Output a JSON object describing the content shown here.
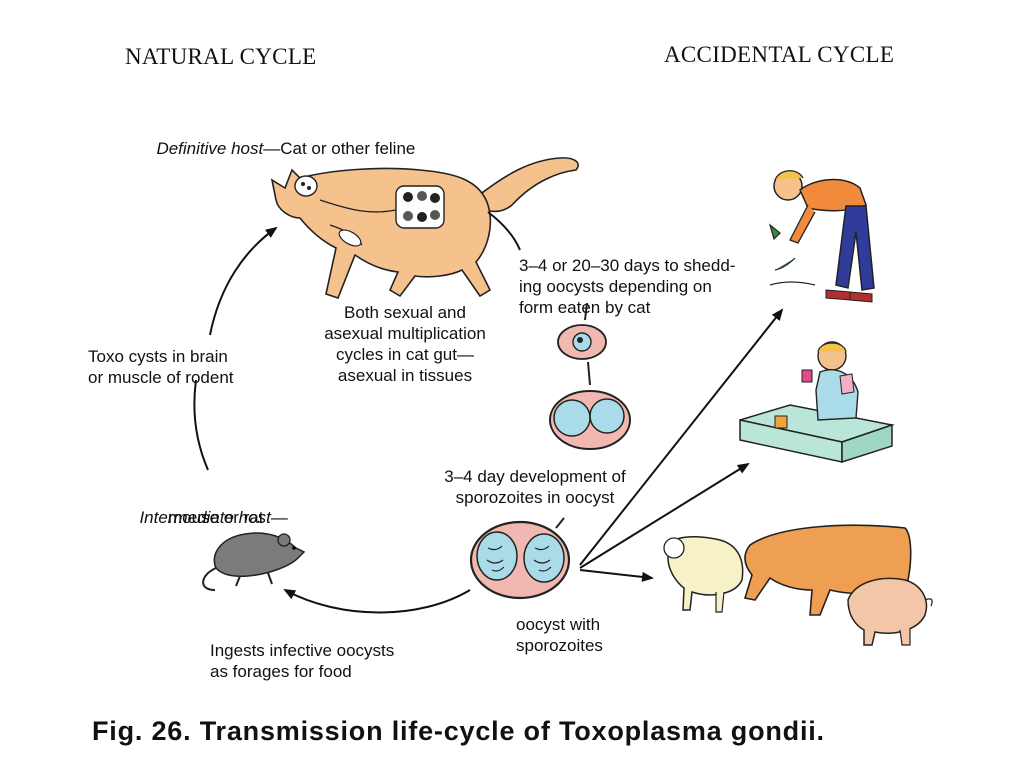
{
  "headers": {
    "natural": "NATURAL CYCLE",
    "accidental": "ACCIDENTAL CYCLE"
  },
  "definitive_host": {
    "label_italic": "Definitive host",
    "label_rest": "—Cat or other feline"
  },
  "intermediate_host": {
    "label_italic": "Intermediate host",
    "label_rest": "—",
    "label_line2": "mouse or rat"
  },
  "labels": {
    "shedding": "3–4 or 20–30 days to shedd-\ning oocysts depending on\nform eaten by cat",
    "multiplication": "Both sexual and\nasexual multiplication\ncycles in cat gut—\nasexual in tissues",
    "toxo_cysts": "Toxo cysts in brain\nor muscle of rodent",
    "development": "3–4 day development of\nsporozoites in oocyst",
    "oocyst": "oocyst with\nsporozoites",
    "ingests": "Ingests infective oocysts\nas forages for food"
  },
  "caption": "Fig. 26. Transmission life-cycle of Toxoplasma gondii.",
  "colors": {
    "cat": "#f5c28e",
    "oocyst_outer": "#f0b8b0",
    "oocyst_inner": "#a9dbe8",
    "mouse": "#7b7b7b",
    "sandbox": "#b9e6d9",
    "shirt": "#f28a3c",
    "pants": "#2f3c9a",
    "cow": "#ee9f52",
    "sheep": "#f7f1c7",
    "pig": "#f4c6a8"
  }
}
